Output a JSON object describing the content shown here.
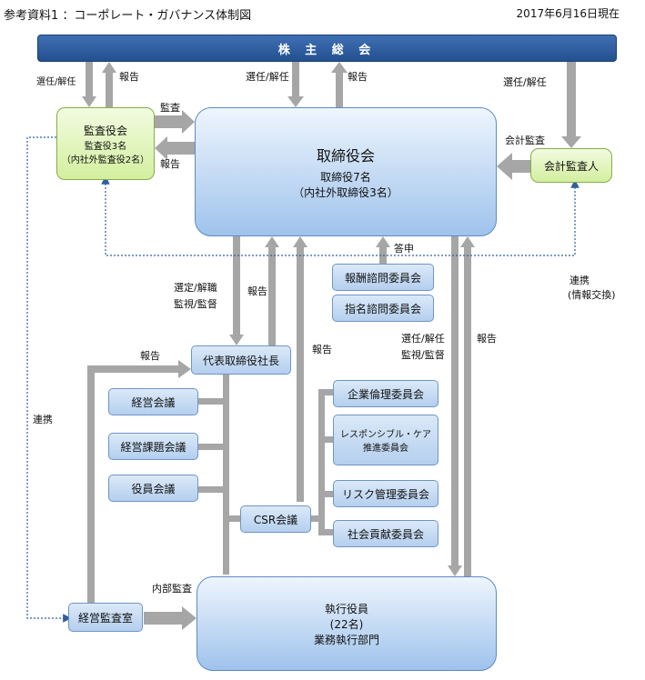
{
  "header": {
    "title": "参考資料1 ：コーポレート・ガバナンス体制図",
    "date": "2017年6月16日現在"
  },
  "nodes": {
    "shareholders": "株 主 総 会",
    "board": {
      "title": "取締役会",
      "line1": "取締役7名",
      "line2": "（内社外取締役3名）"
    },
    "audit": {
      "title": "監査役会",
      "line1": "監査役3名",
      "line2": "（内社外監査役2名）"
    },
    "auditor": "会計監査人",
    "compensation": "報酬諮問委員会",
    "nomination": "指名諮問委員会",
    "president": "代表取締役社長",
    "management_meeting": "経営会議",
    "issues_meeting": "経営課題会議",
    "officers_meeting": "役員会議",
    "csr": "CSR会議",
    "ethics": "企業倫理委員会",
    "rc": {
      "line1": "レスポンシブル・ケア",
      "line2": "推進委員会"
    },
    "risk": "リスク管理委員会",
    "social": "社会貢献委員会",
    "internal_audit": "経営監査室",
    "executives": {
      "line1": "執行役員",
      "line2": "(22名)",
      "line3": "業務執行部門"
    }
  },
  "labels": {
    "elect1": "選任/解任",
    "report1": "報告",
    "elect2": "選任/解任",
    "report2": "報告",
    "elect3": "選任/解任",
    "audit_arrow": "監査",
    "report_audit": "報告",
    "accounting_audit": "会計監査",
    "consult": "答申",
    "coop_info_1": "連携",
    "coop_info_2": "(情報交換)",
    "select_1": "選定/解職",
    "select_2": "監視/監督",
    "report_pres": "報告",
    "report_pres2": "報告",
    "report_csr": "報告",
    "elect_exec_1": "選任/解任",
    "elect_exec_2": "監視/監督",
    "report_exec": "報告",
    "coop_left": "連携",
    "internal_audit_label": "内部監査"
  },
  "colors": {
    "arrow": "#a6a6a6",
    "dotted": "#2f5f9f",
    "banner": "#2f5f9f"
  }
}
